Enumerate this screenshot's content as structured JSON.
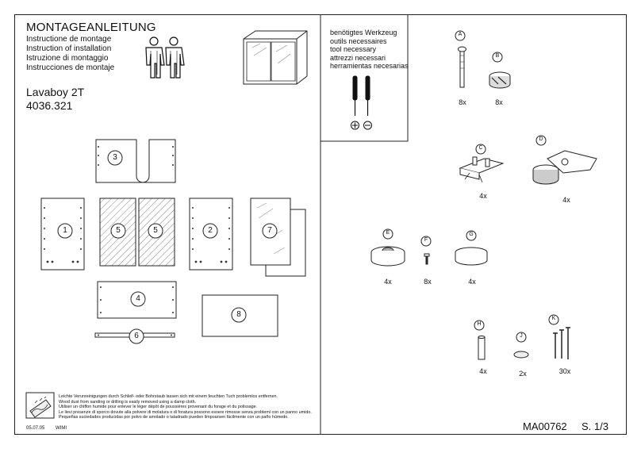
{
  "document": {
    "title": "MONTAGEANLEITUNG",
    "subtitles": [
      "Instructione de montage",
      "Instruction of installation",
      "Istruzione di montaggio",
      "Instrucciones de montaje"
    ],
    "product_name": "Lavaboy 2T",
    "product_number": "4036.321"
  },
  "tools": {
    "lines": [
      "benötigtes Werkzeug",
      "outils necessaires",
      "tool necessary",
      "attrezzi necessari",
      "herramientas necesarias"
    ],
    "symbols": [
      "⊕",
      "⊖"
    ]
  },
  "panels": {
    "p1": "1",
    "p2": "2",
    "p3": "3",
    "p4": "4",
    "p5a": "5",
    "p5b": "5",
    "p6": "6",
    "p7": "7",
    "p8": "8"
  },
  "hardware": [
    {
      "letter": "A",
      "qty": "8x"
    },
    {
      "letter": "B",
      "qty": "8x"
    },
    {
      "letter": "C",
      "qty": "4x"
    },
    {
      "letter": "D",
      "qty": "4x"
    },
    {
      "letter": "E",
      "qty": "4x"
    },
    {
      "letter": "F",
      "qty": "8x"
    },
    {
      "letter": "G",
      "qty": "4x"
    },
    {
      "letter": "H",
      "qty": "4x"
    },
    {
      "letter": "J",
      "qty": "2x"
    },
    {
      "letter": "K",
      "qty": "30x"
    }
  ],
  "footer": {
    "disclaimer": [
      "Leichte Verunreinigungen durch Schleif- oder Bohrstaub lassen sich mit einem feuchten Tuch problemlos  entfernen.",
      "Wood dust from sanding or drilling is easily removed using a damp cloth.",
      "Utiliser un chiffon humide pour enlever le léger dépôt de poussières provenant du forage et du polissage.",
      "Le lievi presenze di sporco dovute alla polvere di molatura o di foratura possono essere rimosse senza problemi con un panno umido.",
      "Pequeñas suciedades producidas por polvo de amolado o taladrado pueden limpoarsen fácilmente con un paño húmedo."
    ],
    "date": "05.07.05",
    "author": "WIMI",
    "doc_code": "MA00762",
    "page": "S. 1/3"
  }
}
